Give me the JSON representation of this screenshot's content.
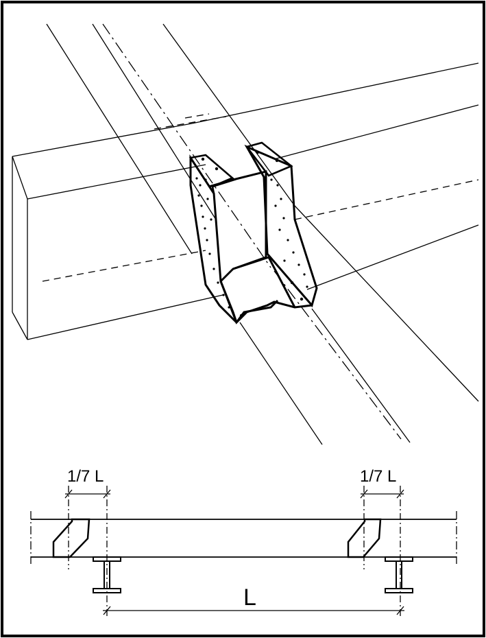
{
  "labels": {
    "left_dim": "1/7 L",
    "right_dim": "1/7 L",
    "span": "L"
  },
  "colors": {
    "line": "#000000",
    "background": "#ffffff"
  }
}
